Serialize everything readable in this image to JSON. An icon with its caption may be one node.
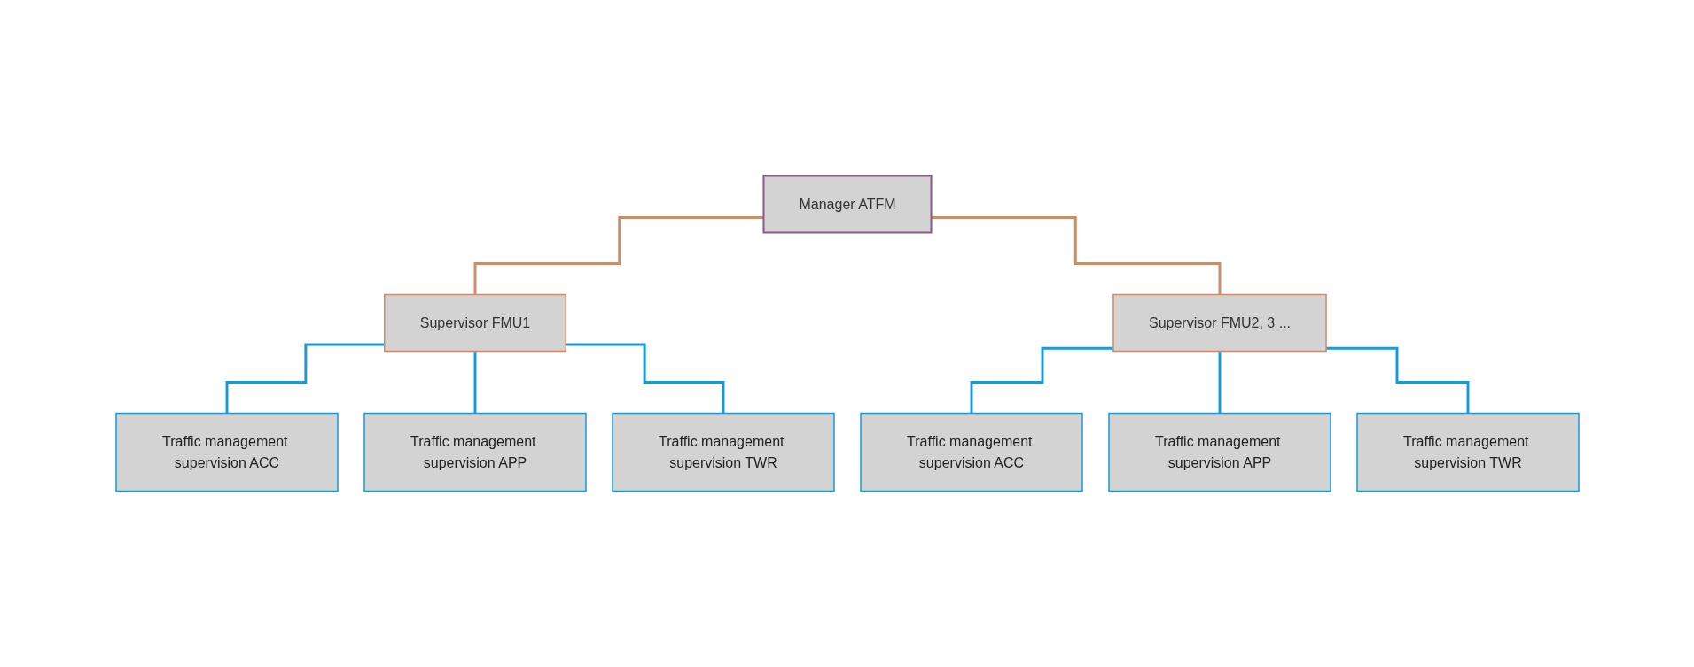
{
  "diagram": {
    "nodes": [
      {
        "text": [
          "Manager ATFM"
        ]
      },
      {
        "text": [
          "Supervisor FMU1"
        ]
      },
      {
        "text": [
          "Supervisor FMU2, 3 ..."
        ]
      },
      {
        "text": [
          "Traffic management supervision ACC"
        ]
      },
      {
        "text": [
          "Traffic management supervision APP"
        ]
      },
      {
        "text": [
          "Traffic management supervision TWR"
        ]
      },
      {
        "text": [
          "Traffic management supervision ACC"
        ]
      },
      {
        "text": [
          "Traffic management supervision APP"
        ]
      },
      {
        "text": [
          "Traffic management supervision TWR"
        ]
      }
    ],
    "edges": [
      {
        "from": 0,
        "to": 1,
        "arrow": "none",
        "color": "#c8906a"
      },
      {
        "from": 0,
        "to": 2,
        "arrow": "none",
        "color": "#c8906a"
      },
      {
        "from": 1,
        "to": 3,
        "arrow": "none"
      },
      {
        "from": 1,
        "to": 4,
        "arrow": "none"
      },
      {
        "from": 1,
        "to": 5,
        "arrow": "none"
      },
      {
        "from": 2,
        "to": 6,
        "arrow": "none"
      },
      {
        "from": 2,
        "to": 7,
        "arrow": "none"
      },
      {
        "from": 2,
        "to": 8,
        "arrow": "none"
      }
    ]
  }
}
